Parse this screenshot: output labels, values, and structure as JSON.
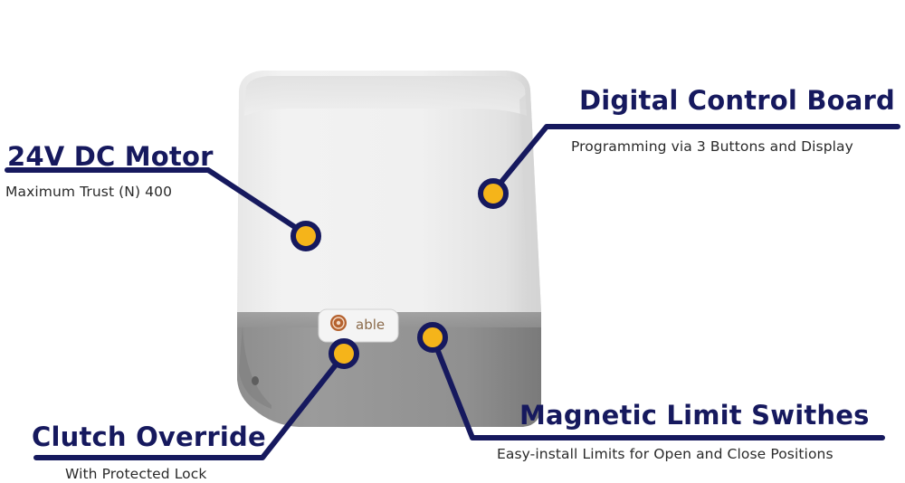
{
  "product": {
    "brand": "able"
  },
  "callouts": {
    "motor": {
      "title": "24V DC Motor",
      "subtitle": "Maximum Trust (N) 400"
    },
    "control_board": {
      "title": "Digital Control Board",
      "subtitle": "Programming via 3 Buttons and Display"
    },
    "clutch": {
      "title": "Clutch Override",
      "subtitle": "With Protected Lock"
    },
    "limits": {
      "title": "Magnetic Limit Swithes",
      "subtitle": "Easy-install Limits for Open and Close Positions"
    }
  },
  "colors": {
    "accent_navy": "#16195e",
    "marker_yellow": "#f5b41a",
    "cover_white": "#eeeeee",
    "base_grey": "#8c8c8c"
  }
}
